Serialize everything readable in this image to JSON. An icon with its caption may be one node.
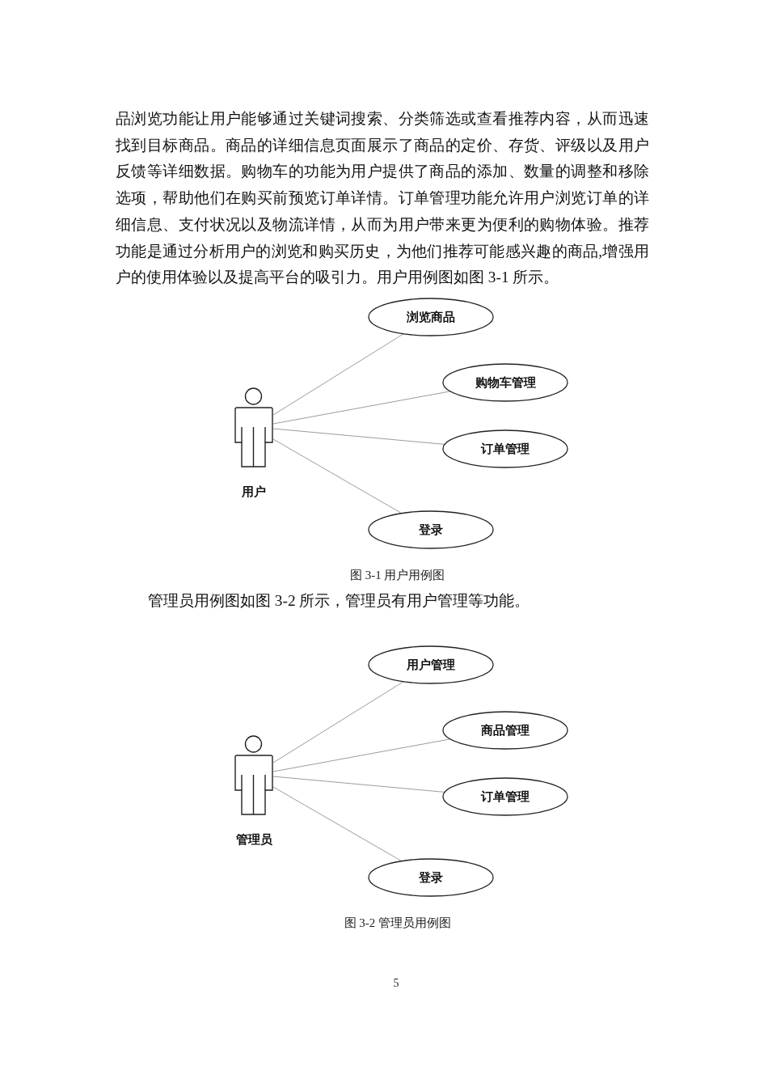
{
  "diagram": {
    "nodes": [
      {
        "text": [
          "用户"
        ]
      },
      {
        "text": [
          "浏览商品"
        ]
      },
      {
        "text": [
          "购物车管理"
        ]
      },
      {
        "text": [
          "订单管理"
        ]
      },
      {
        "text": [
          "登录"
        ]
      },
      {
        "text": [
          "管理员"
        ]
      },
      {
        "text": [
          "用户管理"
        ]
      },
      {
        "text": [
          "商品管理"
        ]
      },
      {
        "text": [
          "订单管理"
        ]
      },
      {
        "text": [
          "登录"
        ]
      }
    ],
    "edges": [
      {
        "from": 0,
        "to": 1,
        "arrow": "none"
      },
      {
        "from": 0,
        "to": 2,
        "arrow": "none"
      },
      {
        "from": 0,
        "to": 3,
        "arrow": "none"
      },
      {
        "from": 0,
        "to": 4,
        "arrow": "none"
      },
      {
        "from": 5,
        "to": 6,
        "arrow": "none"
      },
      {
        "from": 5,
        "to": 7,
        "arrow": "none"
      },
      {
        "from": 5,
        "to": 8,
        "arrow": "none"
      },
      {
        "from": 5,
        "to": 9,
        "arrow": "none"
      }
    ],
    "labels": [
      "品浏览功能让用户能够通过关键词搜索、分类筛选或查看推荐内容，从而迅速找到目标商品。商品的详细信息页面展示了商品的定价、存货、评级以及用户反馈等详细数据。购物车的功能为用户提供了商品的添加、数量的调整和移除选项，帮助他们在购买前预览订单详情。订单管理功能允许用户浏览订单的详细信息、支付状况以及物流详情，从而为用户带来更为便利的购物体验。推荐功能是通过分析用户的浏览和购买历史，为他们推荐可能感兴趣的商品,增强用户的使用体验以及提高平台的吸引力。用户用例图如图 3-1 所示。",
      "图 3-1 用户用例图",
      "管理员用例图如图 3-2 所示，管理员有用户管理等功能。",
      "图 3-2 管理员用例图",
      "5"
    ]
  }
}
